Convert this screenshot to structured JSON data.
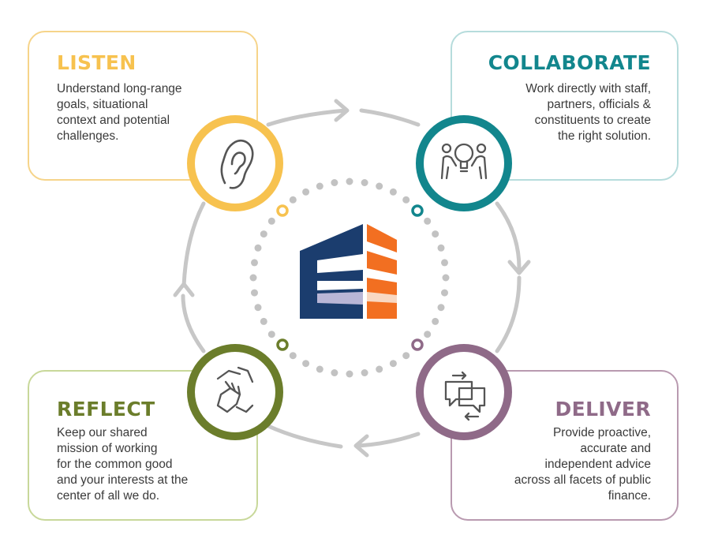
{
  "steps": {
    "listen": {
      "title": "LISTEN",
      "description": "Understand long-range\ngoals, situational\ncontext and potential\nchallenges.",
      "color": "#f7c24f",
      "icon": "ear-icon"
    },
    "collaborate": {
      "title": "COLLABORATE",
      "description": "Work directly with staff,\npartners, officials &\nconstituents to create\nthe right solution.",
      "color": "#12868d",
      "icon": "team-lightbulb-icon"
    },
    "reflect": {
      "title": "REFLECT",
      "description": "Keep our shared\nmission of working\nfor the common good\nand your interests at the\ncenter of all we do.",
      "color": "#6b7d2b",
      "icon": "joined-hands-icon"
    },
    "deliver": {
      "title": "DELIVER",
      "description": "Provide proactive,\naccurate and\nindependent advice\nacross all facets of public\nfinance.",
      "color": "#8f6a88",
      "icon": "chat-bubbles-icon"
    }
  },
  "center_logo": {
    "icon": "e-building-logo",
    "colors": {
      "navy": "#1b3d6e",
      "orange": "#f26f21",
      "lavender": "#b9b6d6"
    }
  },
  "cycle": {
    "arrow_color": "#c7c7c7",
    "dot_color": "#c2c2c2"
  }
}
